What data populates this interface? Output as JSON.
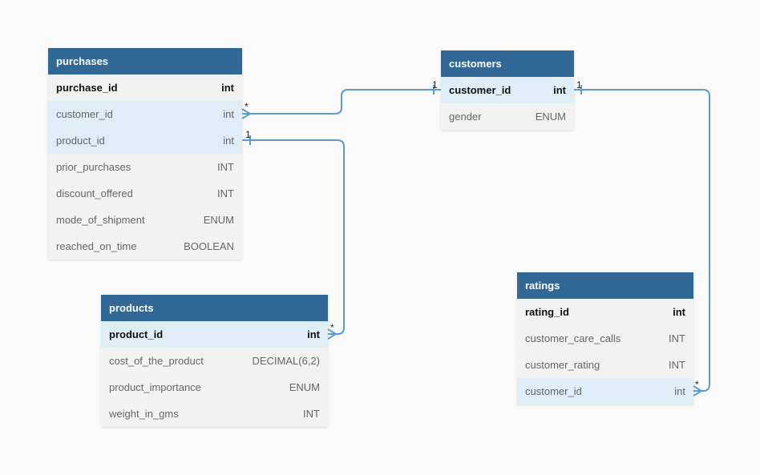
{
  "tables": {
    "purchases": {
      "name": "purchases",
      "rows": [
        {
          "field": "purchase_id",
          "type": "int"
        },
        {
          "field": "customer_id",
          "type": "int"
        },
        {
          "field": "product_id",
          "type": "int"
        },
        {
          "field": "prior_purchases",
          "type": "INT"
        },
        {
          "field": "discount_offered",
          "type": "INT"
        },
        {
          "field": "mode_of_shipment",
          "type": "ENUM"
        },
        {
          "field": "reached_on_time",
          "type": "BOOLEAN"
        }
      ]
    },
    "customers": {
      "name": "customers",
      "rows": [
        {
          "field": "customer_id",
          "type": "int"
        },
        {
          "field": "gender",
          "type": "ENUM"
        }
      ]
    },
    "products": {
      "name": "products",
      "rows": [
        {
          "field": "product_id",
          "type": "int"
        },
        {
          "field": "cost_of_the_product",
          "type": "DECIMAL(6,2)"
        },
        {
          "field": "product_importance",
          "type": "ENUM"
        },
        {
          "field": "weight_in_gms",
          "type": "INT"
        }
      ]
    },
    "ratings": {
      "name": "ratings",
      "rows": [
        {
          "field": "rating_id",
          "type": "int"
        },
        {
          "field": "customer_care_calls",
          "type": "INT"
        },
        {
          "field": "customer_rating",
          "type": "INT"
        },
        {
          "field": "customer_id",
          "type": "int"
        }
      ]
    }
  },
  "relationships": [
    {
      "from_label": "*",
      "to_label": "1"
    },
    {
      "from_label": "1",
      "to_label": "*"
    },
    {
      "from_label": "1",
      "to_label": "*"
    }
  ],
  "colors": {
    "header": "#316896",
    "connector": "#5b9bcf",
    "highlight": "#deedf6"
  }
}
